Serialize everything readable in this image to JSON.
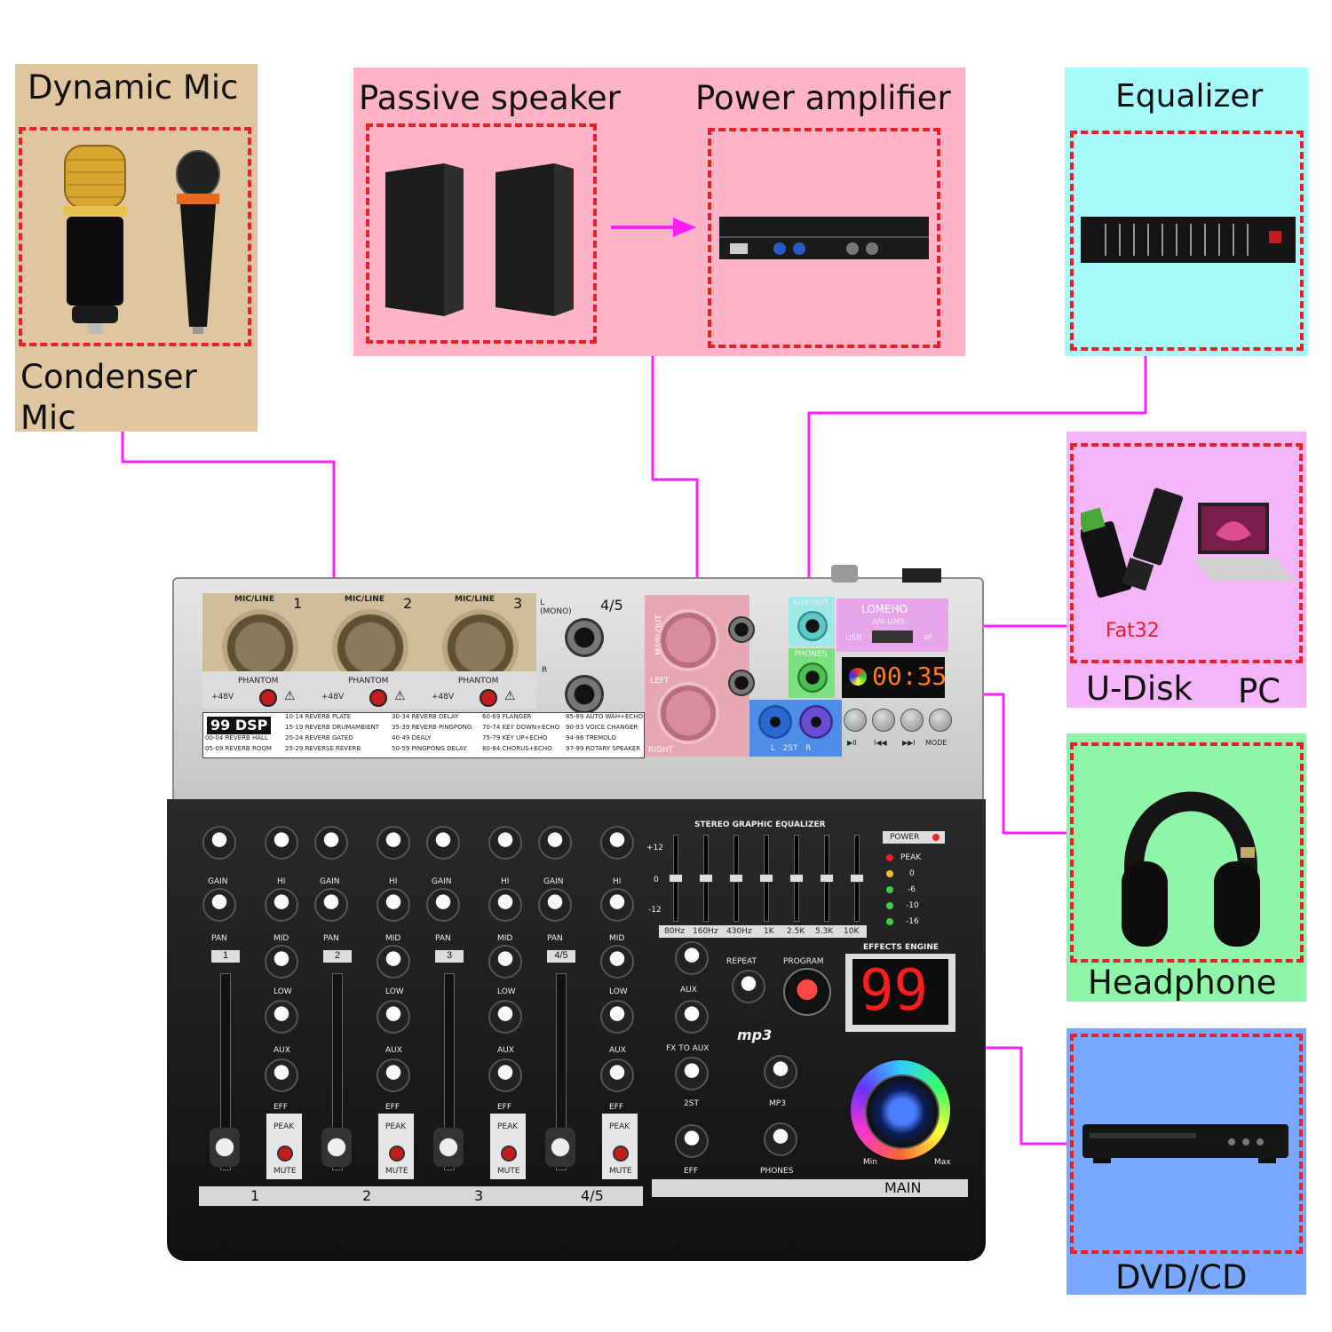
{
  "colors": {
    "wire": "#ff1fff",
    "dash": "#e8202a",
    "mic_panel": "#dfc6a0",
    "speaker_panel": "#ffb3c6",
    "eq_panel": "#a8fbfb",
    "udisk_panel": "#f4b6f9",
    "headphone_panel": "#8ff5a8",
    "dvd_panel": "#78a8ff"
  },
  "panels": {
    "mic": {
      "top_label": "Dynamic Mic",
      "bottom_label": "Condenser\nMic"
    },
    "speaker": {
      "left_label": "Passive speaker",
      "right_label": "Power amplifier"
    },
    "eq": {
      "label": "Equalizer"
    },
    "udisk": {
      "inner_label": "Fat32",
      "label_left": "U-Disk",
      "label_right": "PC"
    },
    "headphone": {
      "label": "Headphone"
    },
    "dvd": {
      "label": "DVD/CD"
    }
  },
  "mixer": {
    "brand": "LOMEHO",
    "module": "AM-UM5",
    "usb": "USB",
    "mic_line": "MIC/LINE",
    "channels": [
      "1",
      "2",
      "3",
      "4/5"
    ],
    "phantom": "PHANTOM",
    "v48": "+48V",
    "mono": "L\n(MONO)",
    "r_label": "R",
    "main_out": "MAIN OUT",
    "left": "LEFT",
    "right": "RIGHT",
    "aux_out": "AUX OUT",
    "phones": "PHONES",
    "two_st": "L   2ST   R",
    "display": "00:35",
    "transport": [
      "▶II",
      "I◀◀",
      "▶▶I",
      "MODE"
    ],
    "dsp_logo": "99 DSP",
    "dsp_table": [
      [
        "",
        "10-14  REVERB PLATE",
        "30-34  REVERB DELAY",
        "60-69  FLANGER",
        "85-89  AUTO WAH+ECHO"
      ],
      [
        "",
        "15-19  REVERB DRUMAMBIENT",
        "35-39  REVERB PINGPONG",
        "70-74  KEY DOWN+ECHO",
        "90-93  VOICE CHANGER"
      ],
      [
        "00-04  REVERB HALL",
        "20-24  REVERB GATED",
        "40-49  DEALY",
        "75-79  KEY UP+ECHO",
        "94-96  TREMOLO"
      ],
      [
        "05-09  REVERB ROOM",
        "25-29  REVERSE REVERB",
        "50-59  PINGPONG DELAY",
        "80-84  CHORUS+ECHO",
        "97-99  ROTARY SPEAKER"
      ]
    ],
    "knob_labels": {
      "gain": "GAIN",
      "pan": "PAN",
      "hi": "HI",
      "mid": "MID",
      "low": "LOW",
      "aux": "AUX",
      "eff": "EFF",
      "peak": "PEAK",
      "mute": "MUTE"
    },
    "geq_title": "STEREO GRAPHIC EQUALIZER",
    "geq_bands": [
      "80Hz",
      "160Hz",
      "430Hz",
      "1K",
      "2.5K",
      "5.3K",
      "10K"
    ],
    "geq_scale": [
      "+12",
      "0",
      "-12"
    ],
    "meter": {
      "power": "POWER",
      "levels": [
        "PEAK",
        "0",
        "-6",
        "-10",
        "-16"
      ]
    },
    "effects_engine": "EFFECTS ENGINE",
    "effects_value": "99",
    "repeat": "REPEAT",
    "program": "PROGRAM",
    "aux": "AUX",
    "fx_to_aux": "FX TO AUX",
    "two_st_knob": "2ST",
    "mp3": "MP3",
    "eff": "EFF",
    "phones_knob": "PHONES",
    "mp3_logo": "mp3",
    "min": "Min",
    "max": "Max",
    "main": "MAIN"
  }
}
